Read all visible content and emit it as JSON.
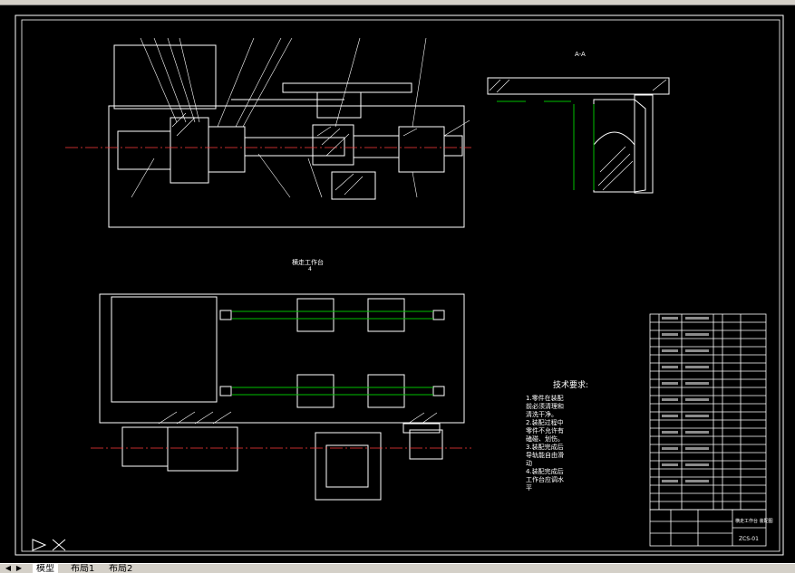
{
  "drawing": {
    "section_label": "A-A",
    "plan_view_title": "横走工作台",
    "plan_view_sub": "4",
    "tech_requirements": {
      "title": "技术要求:",
      "lines": [
        "1.零件在装配",
        "前必须清理和",
        "清洗干净。",
        "2.装配过程中",
        "零件不允许有",
        "磕碰、划伤。",
        "3.装配完成后",
        "导轨能自由滑",
        "动",
        "4.装配完成后",
        "工作台应调水",
        "平"
      ]
    },
    "title_block": {
      "name": "横走工作台 装配图",
      "drawing_no": "ZCS-01"
    }
  },
  "layout_tabs": {
    "tabs": [
      "模型",
      "布局1",
      "布局2"
    ],
    "active": 0
  },
  "colors": {
    "line": "#ffffff",
    "centerline": "#ff3b3b",
    "section": "#00c000",
    "background": "#000000"
  }
}
